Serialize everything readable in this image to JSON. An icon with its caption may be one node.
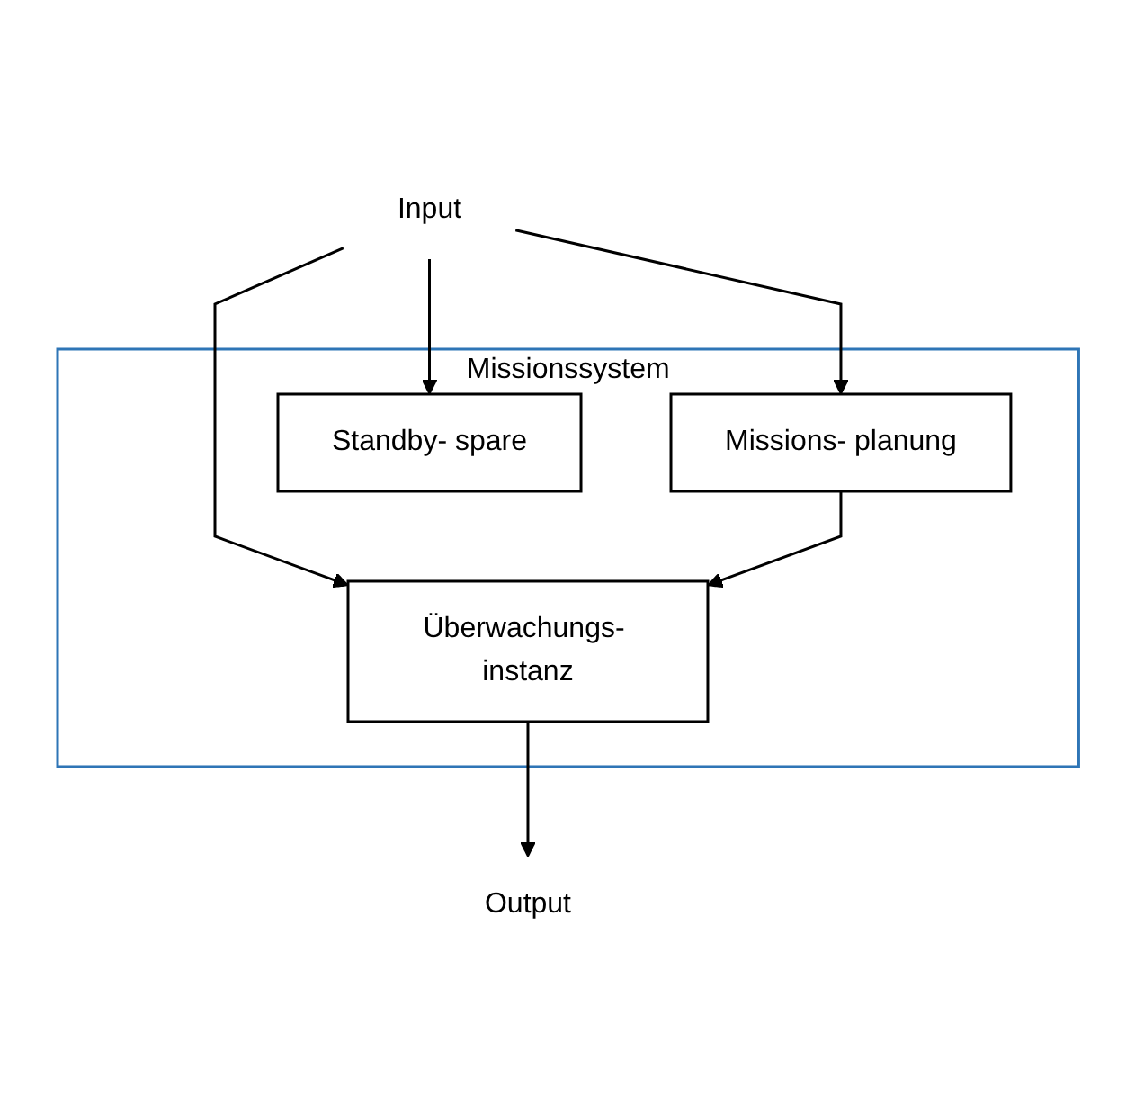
{
  "diagram": {
    "nodes": [
      {
        "text": [
          "Missionssystem"
        ]
      },
      {
        "text": [
          "Input"
        ]
      },
      {
        "text": [
          "Missions- planung"
        ],
        "in": 0
      },
      {
        "text": [
          "Überwachungs- instanz"
        ],
        "in": 0
      },
      {
        "text": [
          "Standby- spare"
        ],
        "in": 0
      },
      {
        "text": [
          "Output"
        ]
      }
    ],
    "edges": [
      {
        "from": 1,
        "to": 2,
        "arrow": "to"
      },
      {
        "from": 1,
        "to": 3,
        "arrow": "to"
      },
      {
        "from": 1,
        "to": 4,
        "arrow": "to"
      },
      {
        "from": 2,
        "to": 3,
        "arrow": "to"
      },
      {
        "from": 3,
        "to": 5,
        "arrow": "to"
      }
    ]
  }
}
